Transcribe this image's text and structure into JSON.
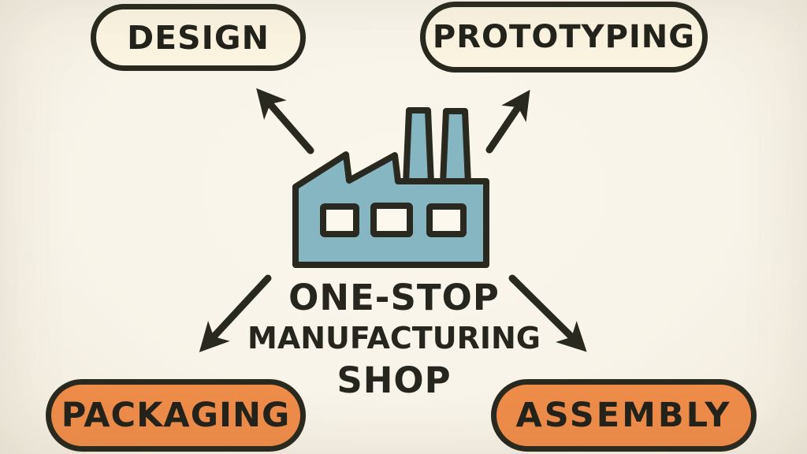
{
  "title": "One-Stop Manufacturing Shop",
  "center": {
    "icon": "factory-icon",
    "label_lines": [
      "ONE-STOP",
      "MANUFACTURING",
      "SHOP"
    ]
  },
  "nodes": [
    {
      "id": "design",
      "label": "DESIGN",
      "variant": "cream",
      "position": "top-left"
    },
    {
      "id": "prototyping",
      "label": "PROTOTYPING",
      "variant": "cream",
      "position": "top-right"
    },
    {
      "id": "packaging",
      "label": "PACKAGING",
      "variant": "orange",
      "position": "bottom-left"
    },
    {
      "id": "assembly",
      "label": "ASSEMBLY",
      "variant": "orange",
      "position": "bottom-right"
    }
  ],
  "colors": {
    "background": "#f8f4e9",
    "node_cream": "#fbf4e1",
    "node_orange": "#ee8c4a",
    "ink": "#29291f",
    "factory_teal": "#86b6c2",
    "window_fill": "#fcf8ee"
  }
}
